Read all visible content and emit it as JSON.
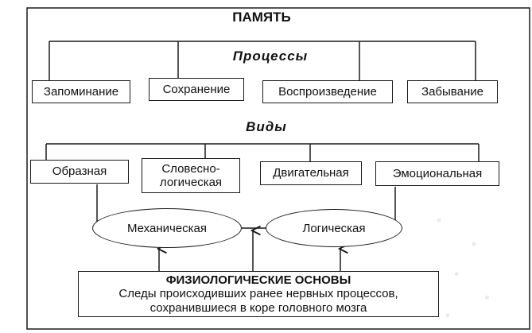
{
  "diagram": {
    "title": "ПАМЯТЬ",
    "processes": {
      "heading": "Процессы",
      "items": [
        "Запоминание",
        "Сохранение",
        "Воспроизведение",
        "Забывание"
      ]
    },
    "types": {
      "heading": "Виды",
      "items": [
        "Образная",
        "Словесно-\nлогическая",
        "Двигательная",
        "Эмоциональная"
      ]
    },
    "memory_kinds": [
      "Механическая",
      "Логическая"
    ],
    "basis": {
      "title": "ФИЗИОЛОГИЧЕСКИЕ ОСНОВЫ",
      "lines": [
        "Следы происходивших ранее нервных процессов,",
        "сохранившиеся в коре головного мозга"
      ]
    }
  },
  "colors": {
    "stroke": "#1a1a1a",
    "text": "#111111",
    "background": "#ffffff"
  }
}
